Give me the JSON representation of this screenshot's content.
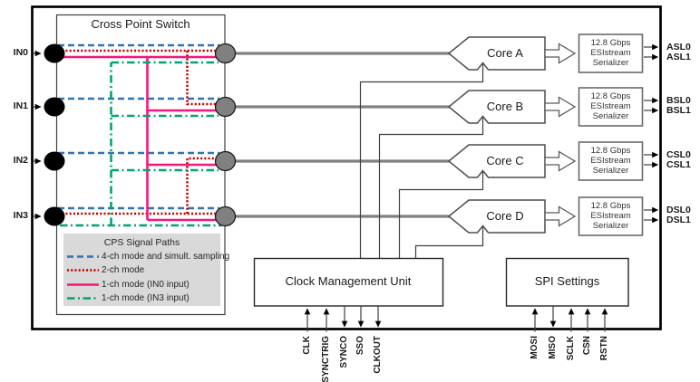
{
  "colors": {
    "path_4ch": "#2e75b6",
    "path_2ch": "#c00000",
    "path_1ch_in0": "#f4177c",
    "path_1ch_in3": "#00a476",
    "node_input": "#000000",
    "node_output": "#808080",
    "legend_bg": "#d9d9d9",
    "line_thin": "#3f3f3f"
  },
  "cps": {
    "title": "Cross Point Switch",
    "inputs": [
      "IN0",
      "IN1",
      "IN2",
      "IN3"
    ],
    "legend": {
      "title": "CPS Signal Paths",
      "items": [
        {
          "style": "dashed-blue",
          "label": "4-ch mode and simult. sampling"
        },
        {
          "style": "dotted-red",
          "label": "2-ch mode"
        },
        {
          "style": "solid-pink",
          "label": "1-ch mode (IN0 input)"
        },
        {
          "style": "dashdot-green",
          "label": "1-ch mode (IN3 input)"
        }
      ]
    }
  },
  "cores": [
    {
      "name": "Core A",
      "serializer": [
        "12.8 Gbps",
        "ESIstream",
        "Serializer"
      ],
      "outputs": [
        "ASL0",
        "ASL1"
      ]
    },
    {
      "name": "Core B",
      "serializer": [
        "12.8 Gbps",
        "ESIstream",
        "Serializer"
      ],
      "outputs": [
        "BSL0",
        "BSL1"
      ]
    },
    {
      "name": "Core C",
      "serializer": [
        "12.8 Gbps",
        "ESIstream",
        "Serializer"
      ],
      "outputs": [
        "CSL0",
        "CSL1"
      ]
    },
    {
      "name": "Core D",
      "serializer": [
        "12.8 Gbps",
        "ESIstream",
        "Serializer"
      ],
      "outputs": [
        "DSL0",
        "DSL1"
      ]
    }
  ],
  "cmu": {
    "title": "Clock Management Unit",
    "pins": [
      {
        "label": "CLK",
        "dir": "in"
      },
      {
        "label": "SYNCTRIG",
        "dir": "in"
      },
      {
        "label": "SYNCO",
        "dir": "out"
      },
      {
        "label": "SSO",
        "dir": "out"
      },
      {
        "label": "CLKOUT",
        "dir": "out"
      }
    ]
  },
  "spi": {
    "title": "SPI Settings",
    "pins": [
      {
        "label": "MOSI",
        "dir": "in"
      },
      {
        "label": "MISO",
        "dir": "out"
      },
      {
        "label": "SCLK",
        "dir": "in"
      },
      {
        "label": "CSN",
        "dir": "in"
      },
      {
        "label": "RSTN",
        "dir": "in"
      }
    ]
  }
}
